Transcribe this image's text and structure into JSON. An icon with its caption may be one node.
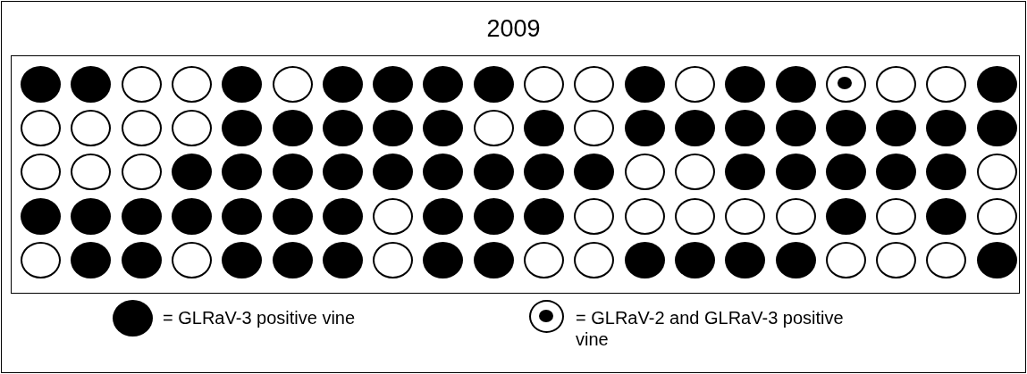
{
  "diagram": {
    "title": "2009",
    "nodes": [
      {
        "text": [],
        "shape": "box"
      },
      {
        "text": [],
        "shape": "disc",
        "in": 0
      },
      {
        "text": [],
        "shape": "disc",
        "in": 0
      },
      {
        "text": [],
        "shape": "circle",
        "in": 0
      },
      {
        "text": [],
        "shape": "circle",
        "in": 0
      },
      {
        "text": [],
        "shape": "disc",
        "in": 0
      },
      {
        "text": [],
        "shape": "circle",
        "in": 0
      },
      {
        "text": [],
        "shape": "disc",
        "in": 0
      },
      {
        "text": [],
        "shape": "disc",
        "in": 0
      },
      {
        "text": [],
        "shape": "disc",
        "in": 0
      },
      {
        "text": [],
        "shape": "disc",
        "in": 0
      },
      {
        "text": [],
        "shape": "circle",
        "in": 0
      },
      {
        "text": [],
        "shape": "circle",
        "in": 0
      },
      {
        "text": [],
        "shape": "disc",
        "in": 0
      },
      {
        "text": [],
        "shape": "circle",
        "in": 0
      },
      {
        "text": [],
        "shape": "disc",
        "in": 0
      },
      {
        "text": [],
        "shape": "disc",
        "in": 0
      },
      {
        "text": [],
        "shape": "bullseye",
        "in": 0
      },
      {
        "text": [],
        "shape": "circle",
        "in": 0
      },
      {
        "text": [],
        "shape": "circle",
        "in": 0
      },
      {
        "text": [],
        "shape": "disc",
        "in": 0
      },
      {
        "text": [],
        "shape": "circle",
        "in": 0
      },
      {
        "text": [],
        "shape": "circle",
        "in": 0
      },
      {
        "text": [],
        "shape": "circle",
        "in": 0
      },
      {
        "text": [],
        "shape": "circle",
        "in": 0
      },
      {
        "text": [],
        "shape": "disc",
        "in": 0
      },
      {
        "text": [],
        "shape": "disc",
        "in": 0
      },
      {
        "text": [],
        "shape": "disc",
        "in": 0
      },
      {
        "text": [],
        "shape": "disc",
        "in": 0
      },
      {
        "text": [],
        "shape": "disc",
        "in": 0
      },
      {
        "text": [],
        "shape": "circle",
        "in": 0
      },
      {
        "text": [],
        "shape": "disc",
        "in": 0
      },
      {
        "text": [],
        "shape": "circle",
        "in": 0
      },
      {
        "text": [],
        "shape": "disc",
        "in": 0
      },
      {
        "text": [],
        "shape": "disc",
        "in": 0
      },
      {
        "text": [],
        "shape": "disc",
        "in": 0
      },
      {
        "text": [],
        "shape": "disc",
        "in": 0
      },
      {
        "text": [],
        "shape": "disc",
        "in": 0
      },
      {
        "text": [],
        "shape": "disc",
        "in": 0
      },
      {
        "text": [],
        "shape": "disc",
        "in": 0
      },
      {
        "text": [],
        "shape": "disc",
        "in": 0
      },
      {
        "text": [],
        "shape": "circle",
        "in": 0
      },
      {
        "text": [],
        "shape": "circle",
        "in": 0
      },
      {
        "text": [],
        "shape": "circle",
        "in": 0
      },
      {
        "text": [],
        "shape": "disc",
        "in": 0
      },
      {
        "text": [],
        "shape": "disc",
        "in": 0
      },
      {
        "text": [],
        "shape": "disc",
        "in": 0
      },
      {
        "text": [],
        "shape": "disc",
        "in": 0
      },
      {
        "text": [],
        "shape": "disc",
        "in": 0
      },
      {
        "text": [],
        "shape": "disc",
        "in": 0
      },
      {
        "text": [],
        "shape": "disc",
        "in": 0
      },
      {
        "text": [],
        "shape": "disc",
        "in": 0
      },
      {
        "text": [],
        "shape": "disc",
        "in": 0
      },
      {
        "text": [],
        "shape": "circle",
        "in": 0
      },
      {
        "text": [],
        "shape": "circle",
        "in": 0
      },
      {
        "text": [],
        "shape": "disc",
        "in": 0
      },
      {
        "text": [],
        "shape": "disc",
        "in": 0
      },
      {
        "text": [],
        "shape": "disc",
        "in": 0
      },
      {
        "text": [],
        "shape": "disc",
        "in": 0
      },
      {
        "text": [],
        "shape": "disc",
        "in": 0
      },
      {
        "text": [],
        "shape": "circle",
        "in": 0
      },
      {
        "text": [],
        "shape": "disc",
        "in": 0
      },
      {
        "text": [],
        "shape": "disc",
        "in": 0
      },
      {
        "text": [],
        "shape": "disc",
        "in": 0
      },
      {
        "text": [],
        "shape": "disc",
        "in": 0
      },
      {
        "text": [],
        "shape": "disc",
        "in": 0
      },
      {
        "text": [],
        "shape": "disc",
        "in": 0
      },
      {
        "text": [],
        "shape": "disc",
        "in": 0
      },
      {
        "text": [],
        "shape": "circle",
        "in": 0
      },
      {
        "text": [],
        "shape": "disc",
        "in": 0
      },
      {
        "text": [],
        "shape": "disc",
        "in": 0
      },
      {
        "text": [],
        "shape": "disc",
        "in": 0
      },
      {
        "text": [],
        "shape": "circle",
        "in": 0
      },
      {
        "text": [],
        "shape": "circle",
        "in": 0
      },
      {
        "text": [],
        "shape": "circle",
        "in": 0
      },
      {
        "text": [],
        "shape": "circle",
        "in": 0
      },
      {
        "text": [],
        "shape": "circle",
        "in": 0
      },
      {
        "text": [],
        "shape": "disc",
        "in": 0
      },
      {
        "text": [],
        "shape": "circle",
        "in": 0
      },
      {
        "text": [],
        "shape": "disc",
        "in": 0
      },
      {
        "text": [],
        "shape": "circle",
        "in": 0
      },
      {
        "text": [],
        "shape": "circle",
        "in": 0
      },
      {
        "text": [],
        "shape": "disc",
        "in": 0
      },
      {
        "text": [],
        "shape": "disc",
        "in": 0
      },
      {
        "text": [],
        "shape": "circle",
        "in": 0
      },
      {
        "text": [],
        "shape": "disc",
        "in": 0
      },
      {
        "text": [],
        "shape": "disc",
        "in": 0
      },
      {
        "text": [],
        "shape": "disc",
        "in": 0
      },
      {
        "text": [],
        "shape": "circle",
        "in": 0
      },
      {
        "text": [],
        "shape": "disc",
        "in": 0
      },
      {
        "text": [],
        "shape": "disc",
        "in": 0
      },
      {
        "text": [],
        "shape": "circle",
        "in": 0
      },
      {
        "text": [],
        "shape": "circle",
        "in": 0
      },
      {
        "text": [],
        "shape": "disc",
        "in": 0
      },
      {
        "text": [],
        "shape": "disc",
        "in": 0
      },
      {
        "text": [],
        "shape": "disc",
        "in": 0
      },
      {
        "text": [],
        "shape": "disc",
        "in": 0
      },
      {
        "text": [],
        "shape": "circle",
        "in": 0
      },
      {
        "text": [],
        "shape": "circle",
        "in": 0
      },
      {
        "text": [],
        "shape": "circle",
        "in": 0
      },
      {
        "text": [],
        "shape": "disc",
        "in": 0
      }
    ],
    "legend": [
      {
        "text": "= GLRaV-3 positive vine"
      },
      {
        "text": "= GLRaV-2 and GLRaV-3 positive vine"
      }
    ]
  }
}
